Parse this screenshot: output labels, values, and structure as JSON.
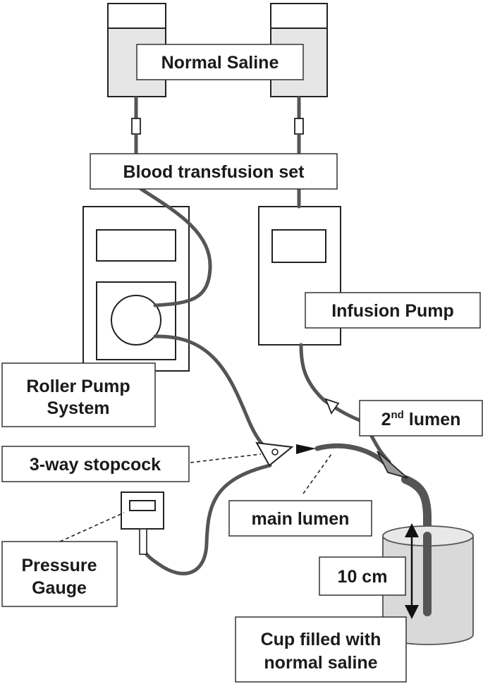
{
  "labels": {
    "normal_saline": "Normal Saline",
    "blood_transfusion_set": "Blood transfusion set",
    "infusion_pump": "Infusion Pump",
    "roller_pump_line1": "Roller Pump",
    "roller_pump_line2": "System",
    "second_lumen_main": "2",
    "second_lumen_sup": "nd",
    "second_lumen_rest": " lumen",
    "stopcock": "3-way stopcock",
    "main_lumen": "main lumen",
    "pressure_line1": "Pressure",
    "pressure_line2": "Gauge",
    "distance": "10 cm",
    "cup_line1": "Cup filled with",
    "cup_line2": "normal saline"
  },
  "colors": {
    "tube": "#555555",
    "bag_fill": "#e6e6e6",
    "cup_fill": "#d9d9d9",
    "outline": "#222222"
  }
}
